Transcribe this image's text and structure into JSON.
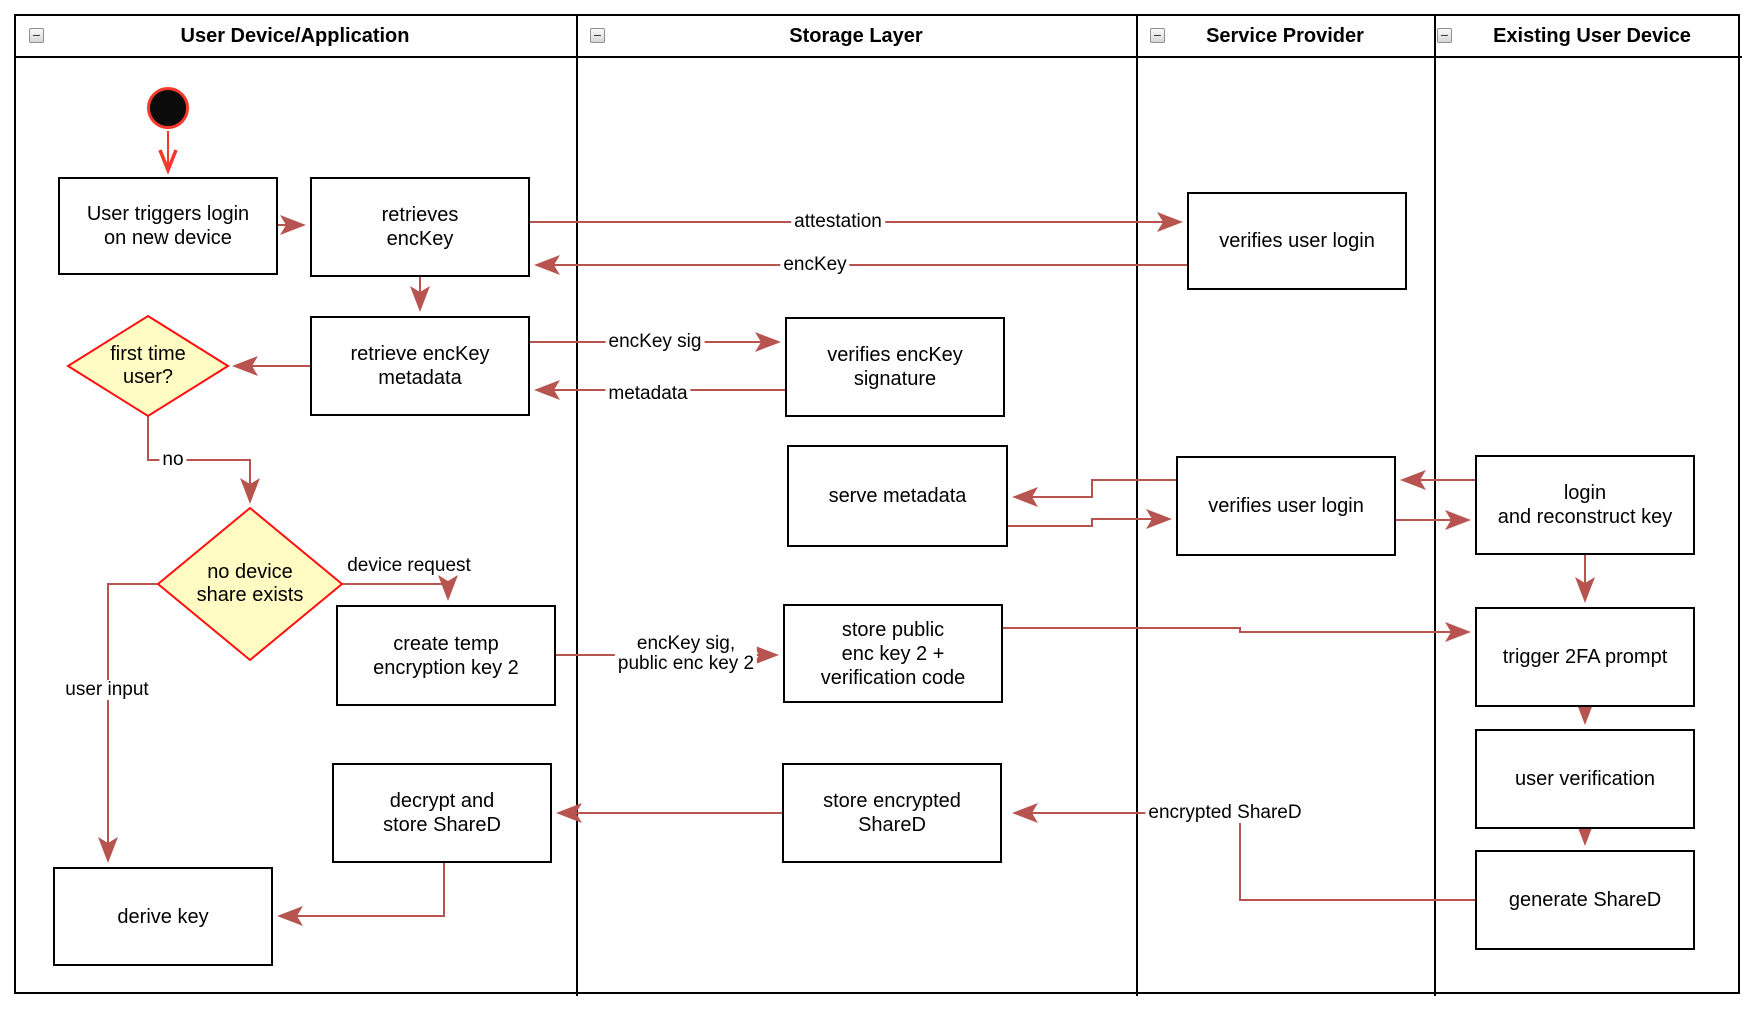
{
  "lanes": [
    {
      "title": "User Device/Application"
    },
    {
      "title": "Storage Layer"
    },
    {
      "title": "Service Provider"
    },
    {
      "title": "Existing User Device"
    }
  ],
  "nodes": {
    "user_triggers_login": "User triggers login\non new device",
    "retrieves_enckey": "retrieves\nencKey",
    "verifies_user_login_top": "verifies user login",
    "retrieve_enckey_metadata": "retrieve encKey\nmetadata",
    "verifies_enckey_signature": "verifies encKey\nsignature",
    "serve_metadata": "serve metadata",
    "verifies_user_login_mid": "verifies user login",
    "login_and_reconstruct_key": "login\nand reconstruct key",
    "create_temp_encryption_key_2": "create temp\nencryption key 2",
    "store_public_enc_key_2": "store public\nenc key 2 +\nverification code",
    "trigger_2fa_prompt": "trigger 2FA prompt",
    "user_verification": "user verification",
    "generate_shared": "generate ShareD",
    "decrypt_and_store_shared": "decrypt and\nstore ShareD",
    "store_encrypted_shared": "store encrypted\nShareD",
    "derive_key": "derive key"
  },
  "decisions": {
    "first_time_user": "first time\nuser?",
    "no_device_share_exists": "no device\nshare exists"
  },
  "edge_labels": {
    "attestation": "attestation",
    "enckey": "encKey",
    "enckey_sig": "encKey sig",
    "metadata": "metadata",
    "no": "no",
    "device_request": "device request",
    "enckey_sig_public_enc_key_2": "encKey sig,\npublic enc key 2",
    "user_input": "user input",
    "encrypted_shared": "encrypted ShareD"
  },
  "icons": {
    "collapse_glyph": "−"
  },
  "colors": {
    "arrow": "#b85450",
    "start_accent": "#f3392b",
    "decision_fill": "#fffbc2",
    "decision_border": "#ff0f0f",
    "node_border": "#000000",
    "node_fill": "#ffffff",
    "lane_border": "#000000"
  }
}
